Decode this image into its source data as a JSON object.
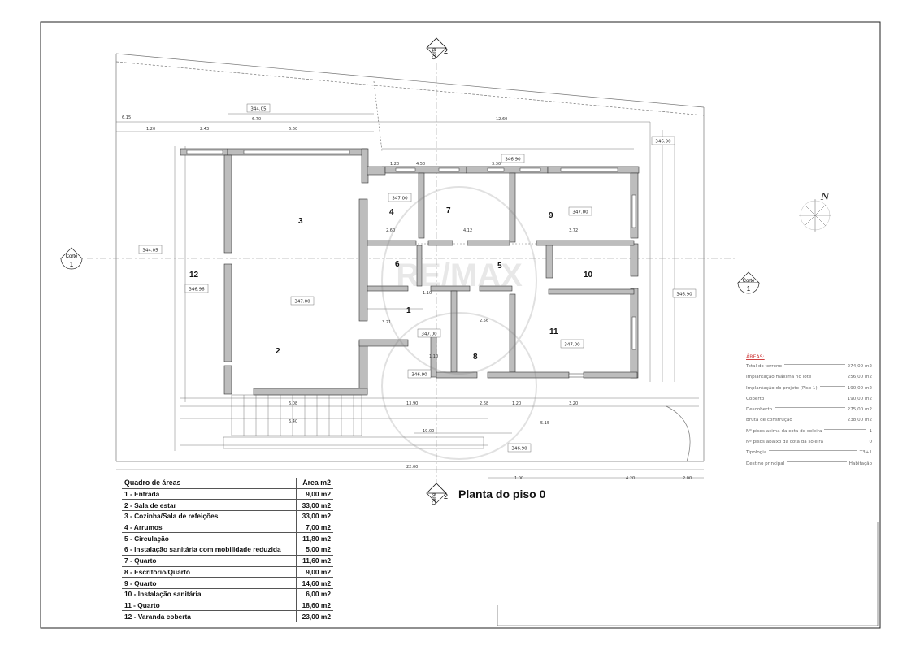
{
  "plan": {
    "title": "Planta do piso 0",
    "section_markers": [
      {
        "label": "Corte",
        "number": "2"
      },
      {
        "label": "Corte",
        "number": "1"
      },
      {
        "label": "Corte",
        "number": "1"
      },
      {
        "label": "Corte",
        "number": "2"
      }
    ],
    "north_label": "N",
    "watermark": "RE/MAX",
    "level_tags": [
      "344.05",
      "344.05",
      "346.90",
      "346.90",
      "346.96",
      "347.00",
      "347.00",
      "347.00",
      "347.00",
      "347.00",
      "346.90",
      "346.90",
      "346.90"
    ],
    "dimension_labels": [
      "6.15",
      "1.20",
      "6.70",
      "2.43",
      "6.60",
      "12.60",
      "1.20",
      "4.50",
      "3.30",
      "2.60",
      "4.12",
      "3.72",
      "1.10",
      "3.21",
      "1.10",
      "2.56",
      "6.08",
      "13.90",
      "2.68",
      "1.20",
      "3.20",
      "2.00",
      "5.15",
      "1.00",
      "4.20",
      "6.40",
      "22.00",
      "19.00"
    ]
  },
  "rooms": [
    {
      "number": "1"
    },
    {
      "number": "2"
    },
    {
      "number": "3"
    },
    {
      "number": "4"
    },
    {
      "number": "5"
    },
    {
      "number": "6"
    },
    {
      "number": "7"
    },
    {
      "number": "8"
    },
    {
      "number": "9"
    },
    {
      "number": "10"
    },
    {
      "number": "11"
    },
    {
      "number": "12"
    }
  ],
  "areas_table": {
    "header": {
      "name": "Quadro de áreas",
      "area": "Area m2"
    },
    "rows": [
      {
        "name": "1 - Entrada",
        "area": "9,00 m2"
      },
      {
        "name": "2 - Sala de estar",
        "area": "33,00 m2"
      },
      {
        "name": "3 - Cozinha/Sala de refeições",
        "area": "33,00 m2"
      },
      {
        "name": "4 - Arrumos",
        "area": "7,00 m2"
      },
      {
        "name": "5 - Circulação",
        "area": "11,80 m2"
      },
      {
        "name": "6 - Instalação sanitária com mobilidade reduzida",
        "area": "5,00 m2"
      },
      {
        "name": "7 - Quarto",
        "area": "11,60 m2"
      },
      {
        "name": "8 - Escritório/Quarto",
        "area": "9,00 m2"
      },
      {
        "name": "9 - Quarto",
        "area": "14,60 m2"
      },
      {
        "name": "10 - Instalação sanitária",
        "area": "6,00 m2"
      },
      {
        "name": "11 - Quarto",
        "area": "18,60 m2"
      },
      {
        "name": "12 - Varanda coberta",
        "area": "23,00 m2"
      }
    ]
  },
  "stats": {
    "title": "ÁREAS:",
    "rows": [
      {
        "label": "Total do terreno",
        "value": "274,00 m2"
      },
      {
        "label": "Implantação máxima no lote",
        "value": "256,00 m2"
      },
      {
        "label": "Implantação do projeto (Piso 1)",
        "value": "190,00 m2"
      },
      {
        "label": "Coberto",
        "value": "190,00 m2"
      },
      {
        "label": "Descoberto",
        "value": "275,00 m2"
      },
      {
        "label": "Bruta de construção",
        "value": "238,00 m2"
      },
      {
        "label": "Nº pisos acima da cota de soleira",
        "value": "1"
      },
      {
        "label": "Nº pisos abaixo da cota da soleira",
        "value": "0"
      },
      {
        "label": "Tipologia",
        "value": "T3+1"
      },
      {
        "label": "Destino principal",
        "value": "Habitação"
      }
    ]
  }
}
